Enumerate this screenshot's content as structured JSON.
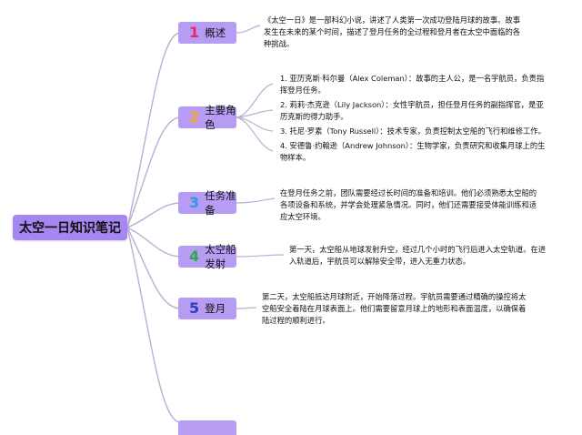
{
  "root": {
    "label": "太空一日知识笔记"
  },
  "branches": [
    {
      "num": "1",
      "num_color": "#e8266d",
      "label": "概述",
      "text": [
        "《太空一日》是一部科幻小说，讲述了人类第一次成功登陆月球的故事。故事发生在未来的某个时间，描述了登月任务的全过程和登月者在太空中面临的各种挑战。"
      ]
    },
    {
      "num": "2",
      "num_color": "#f5a623",
      "label": "主要角色",
      "text": [
        "1. 亚历克斯·科尔曼（Alex Coleman）：故事的主人公，是一名宇航员，负责指挥登月任务。",
        "2. 莉莉·杰克逊（Lily Jackson）：女性宇航员，担任登月任务的副指挥官，是亚历克斯的得力助手。",
        "3. 托尼·罗素（Tony Russell）：技术专家，负责控制太空船的飞行和维修工作。",
        "4. 安德鲁·约翰逊（Andrew Johnson）：生物学家，负责研究和收集月球上的生物样本。"
      ]
    },
    {
      "num": "3",
      "num_color": "#2f9be8",
      "label": "任务准备",
      "text": [
        "在登月任务之前，团队需要经过长时间的准备和培训。他们必须熟悉太空船的各项设备和系统，并学会处理紧急情况。同时，他们还需要接受体能训练和适应太空环境。"
      ]
    },
    {
      "num": "4",
      "num_color": "#2aa84a",
      "label": "太空船发射",
      "text": [
        "第一天，太空船从地球发射升空，经过几个小时的飞行后进入太空轨道。在进入轨道后，宇航员可以解除安全带，进入无重力状态。"
      ]
    },
    {
      "num": "5",
      "num_color": "#2a3fb8",
      "label": "登月",
      "text": [
        "第二天，太空船抵达月球附近，开始降落过程。宇航员需要通过精确的操控将太空船安全着陆在月球表面上。他们需要留意月球上的地形和表面温度，以确保着陆过程的顺利进行。"
      ]
    },
    {
      "num": "",
      "num_color": "#b69cf3",
      "label": "",
      "text": []
    }
  ],
  "colors": {
    "line": "#b9b0d6",
    "node": "#b69cf3",
    "root": "#a686f1"
  }
}
